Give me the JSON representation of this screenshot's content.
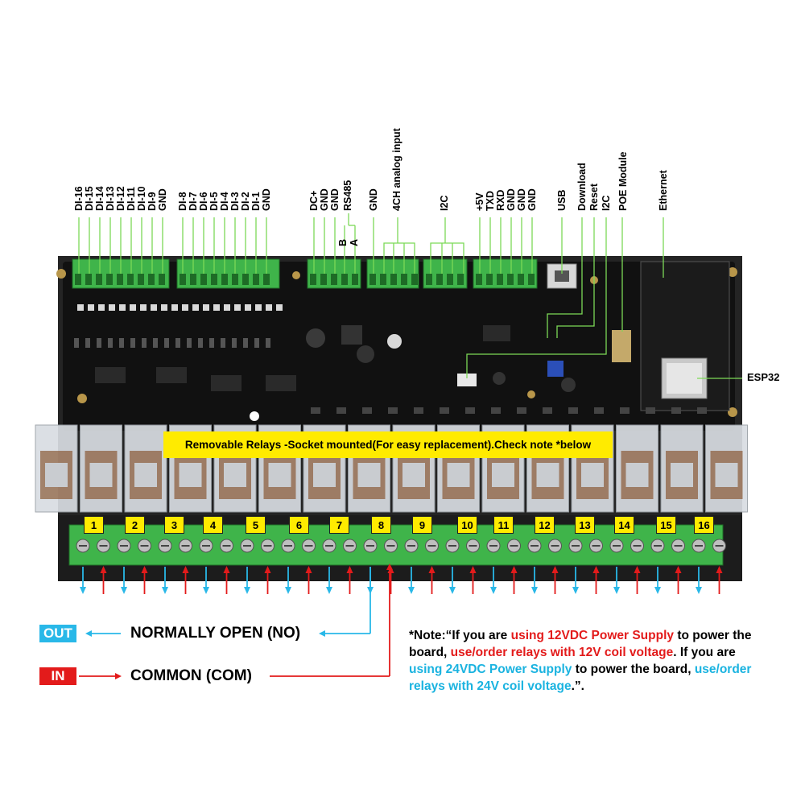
{
  "colors": {
    "board": "#1a1a1a",
    "terminal_green": "#3fb44a",
    "label_yellow": "#ffeb00",
    "arrow_cyan": "#29b8e8",
    "arrow_red": "#e31b1b",
    "guide_line_green": "#7cd957"
  },
  "top_labels": {
    "di_group_1": [
      "DI-16",
      "DI-15",
      "DI-14",
      "DI-13",
      "DI-12",
      "DI-11",
      "DI-10",
      "DI-9",
      "GND"
    ],
    "di_group_2": [
      "DI-8",
      "DI-7",
      "DI-6",
      "DI-5",
      "DI-4",
      "DI-3",
      "DI-2",
      "DI-1",
      "GND"
    ],
    "power_rs485": [
      "DC+",
      "GND",
      "GND",
      "RS485"
    ],
    "rs485_b": "B",
    "rs485_a": "A",
    "gnd": "GND",
    "analog": "4CH analog input",
    "i2c": "I2C",
    "serial": [
      "+5V",
      "TXD",
      "RXD",
      "GND",
      "GND",
      "GND"
    ],
    "usb": "USB",
    "download": "Download",
    "reset": "Reset",
    "i2c_2": "I2C",
    "poe": "POE Module",
    "ethernet": "Ethernet"
  },
  "esp32_label": "ESP32",
  "banner": "Removable Relays -Socket mounted(For easy replacement).Check note *below",
  "relays": [
    "1",
    "2",
    "3",
    "4",
    "5",
    "6",
    "7",
    "8",
    "9",
    "10",
    "11",
    "12",
    "13",
    "14",
    "15",
    "16"
  ],
  "legend": {
    "out_tag": "OUT",
    "out_text": "NORMALLY OPEN (NO)",
    "in_tag": "IN",
    "in_text": "COMMON (COM)"
  },
  "note": {
    "p1": "*Note:“If you are ",
    "r1": "using 12VDC Power Supply",
    "p2": " to power the board, ",
    "r2": "use/order relays with 12V coil voltage",
    "p3": ". If you are ",
    "c1": "using 24VDC Power Supply",
    "p4": " to power the board, ",
    "c2": "use/order relays with 24V coil voltage",
    "p5": ".”."
  }
}
